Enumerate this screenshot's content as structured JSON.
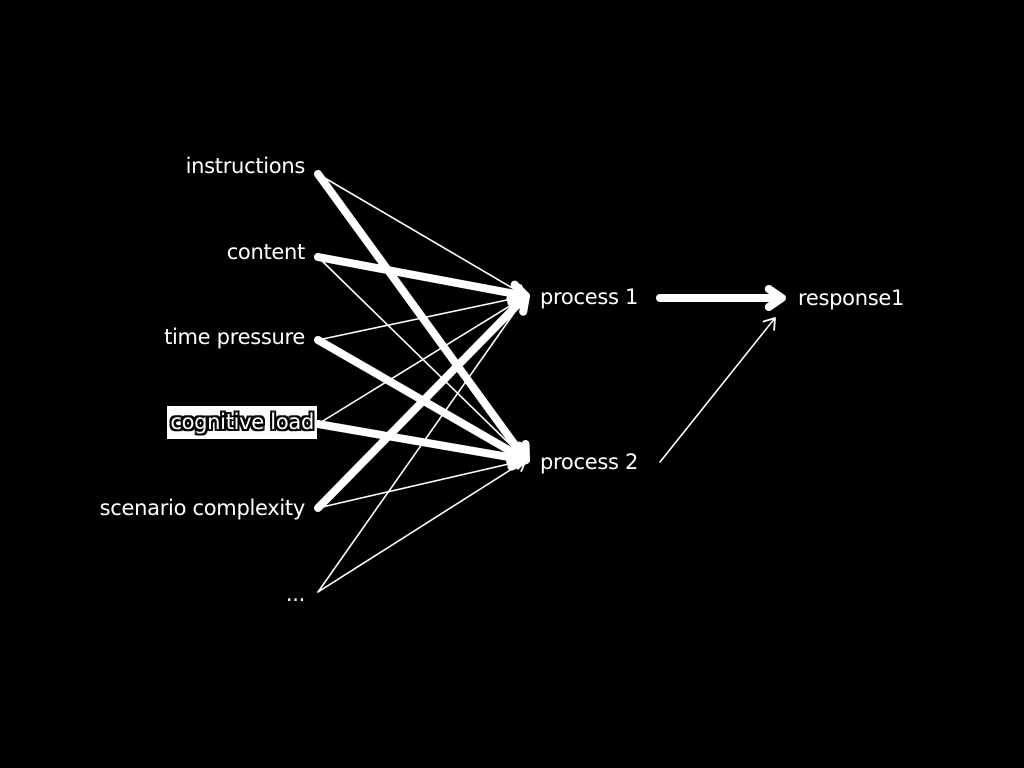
{
  "diagram": {
    "inputs": [
      {
        "id": "instructions",
        "label": "instructions",
        "highlighted": false
      },
      {
        "id": "content",
        "label": "content",
        "highlighted": false
      },
      {
        "id": "time_pressure",
        "label": "time pressure",
        "highlighted": false
      },
      {
        "id": "cognitive_load",
        "label": "cognitive load",
        "highlighted": true
      },
      {
        "id": "scenario_complexity",
        "label": "scenario complexity",
        "highlighted": false
      },
      {
        "id": "more",
        "label": "...",
        "highlighted": false
      }
    ],
    "processes": [
      {
        "id": "p1",
        "label": "process 1"
      },
      {
        "id": "p2",
        "label": "process 2"
      }
    ],
    "outputs": [
      {
        "id": "r1",
        "label": "response1"
      }
    ],
    "edges": [
      {
        "from": "instructions",
        "to": "p1",
        "weight": "thin"
      },
      {
        "from": "instructions",
        "to": "p2",
        "weight": "thick"
      },
      {
        "from": "content",
        "to": "p1",
        "weight": "thick"
      },
      {
        "from": "content",
        "to": "p2",
        "weight": "thin"
      },
      {
        "from": "time_pressure",
        "to": "p1",
        "weight": "thin"
      },
      {
        "from": "time_pressure",
        "to": "p2",
        "weight": "thick"
      },
      {
        "from": "cognitive_load",
        "to": "p1",
        "weight": "thin"
      },
      {
        "from": "cognitive_load",
        "to": "p2",
        "weight": "thick"
      },
      {
        "from": "scenario_complexity",
        "to": "p1",
        "weight": "thick"
      },
      {
        "from": "scenario_complexity",
        "to": "p2",
        "weight": "thin"
      },
      {
        "from": "more",
        "to": "p1",
        "weight": "thin"
      },
      {
        "from": "more",
        "to": "p2",
        "weight": "thin"
      },
      {
        "from": "p1",
        "to": "r1",
        "weight": "thick"
      },
      {
        "from": "p2",
        "to": "r1",
        "weight": "thin"
      }
    ],
    "colors": {
      "background": "#000000",
      "foreground": "#ffffff"
    }
  }
}
